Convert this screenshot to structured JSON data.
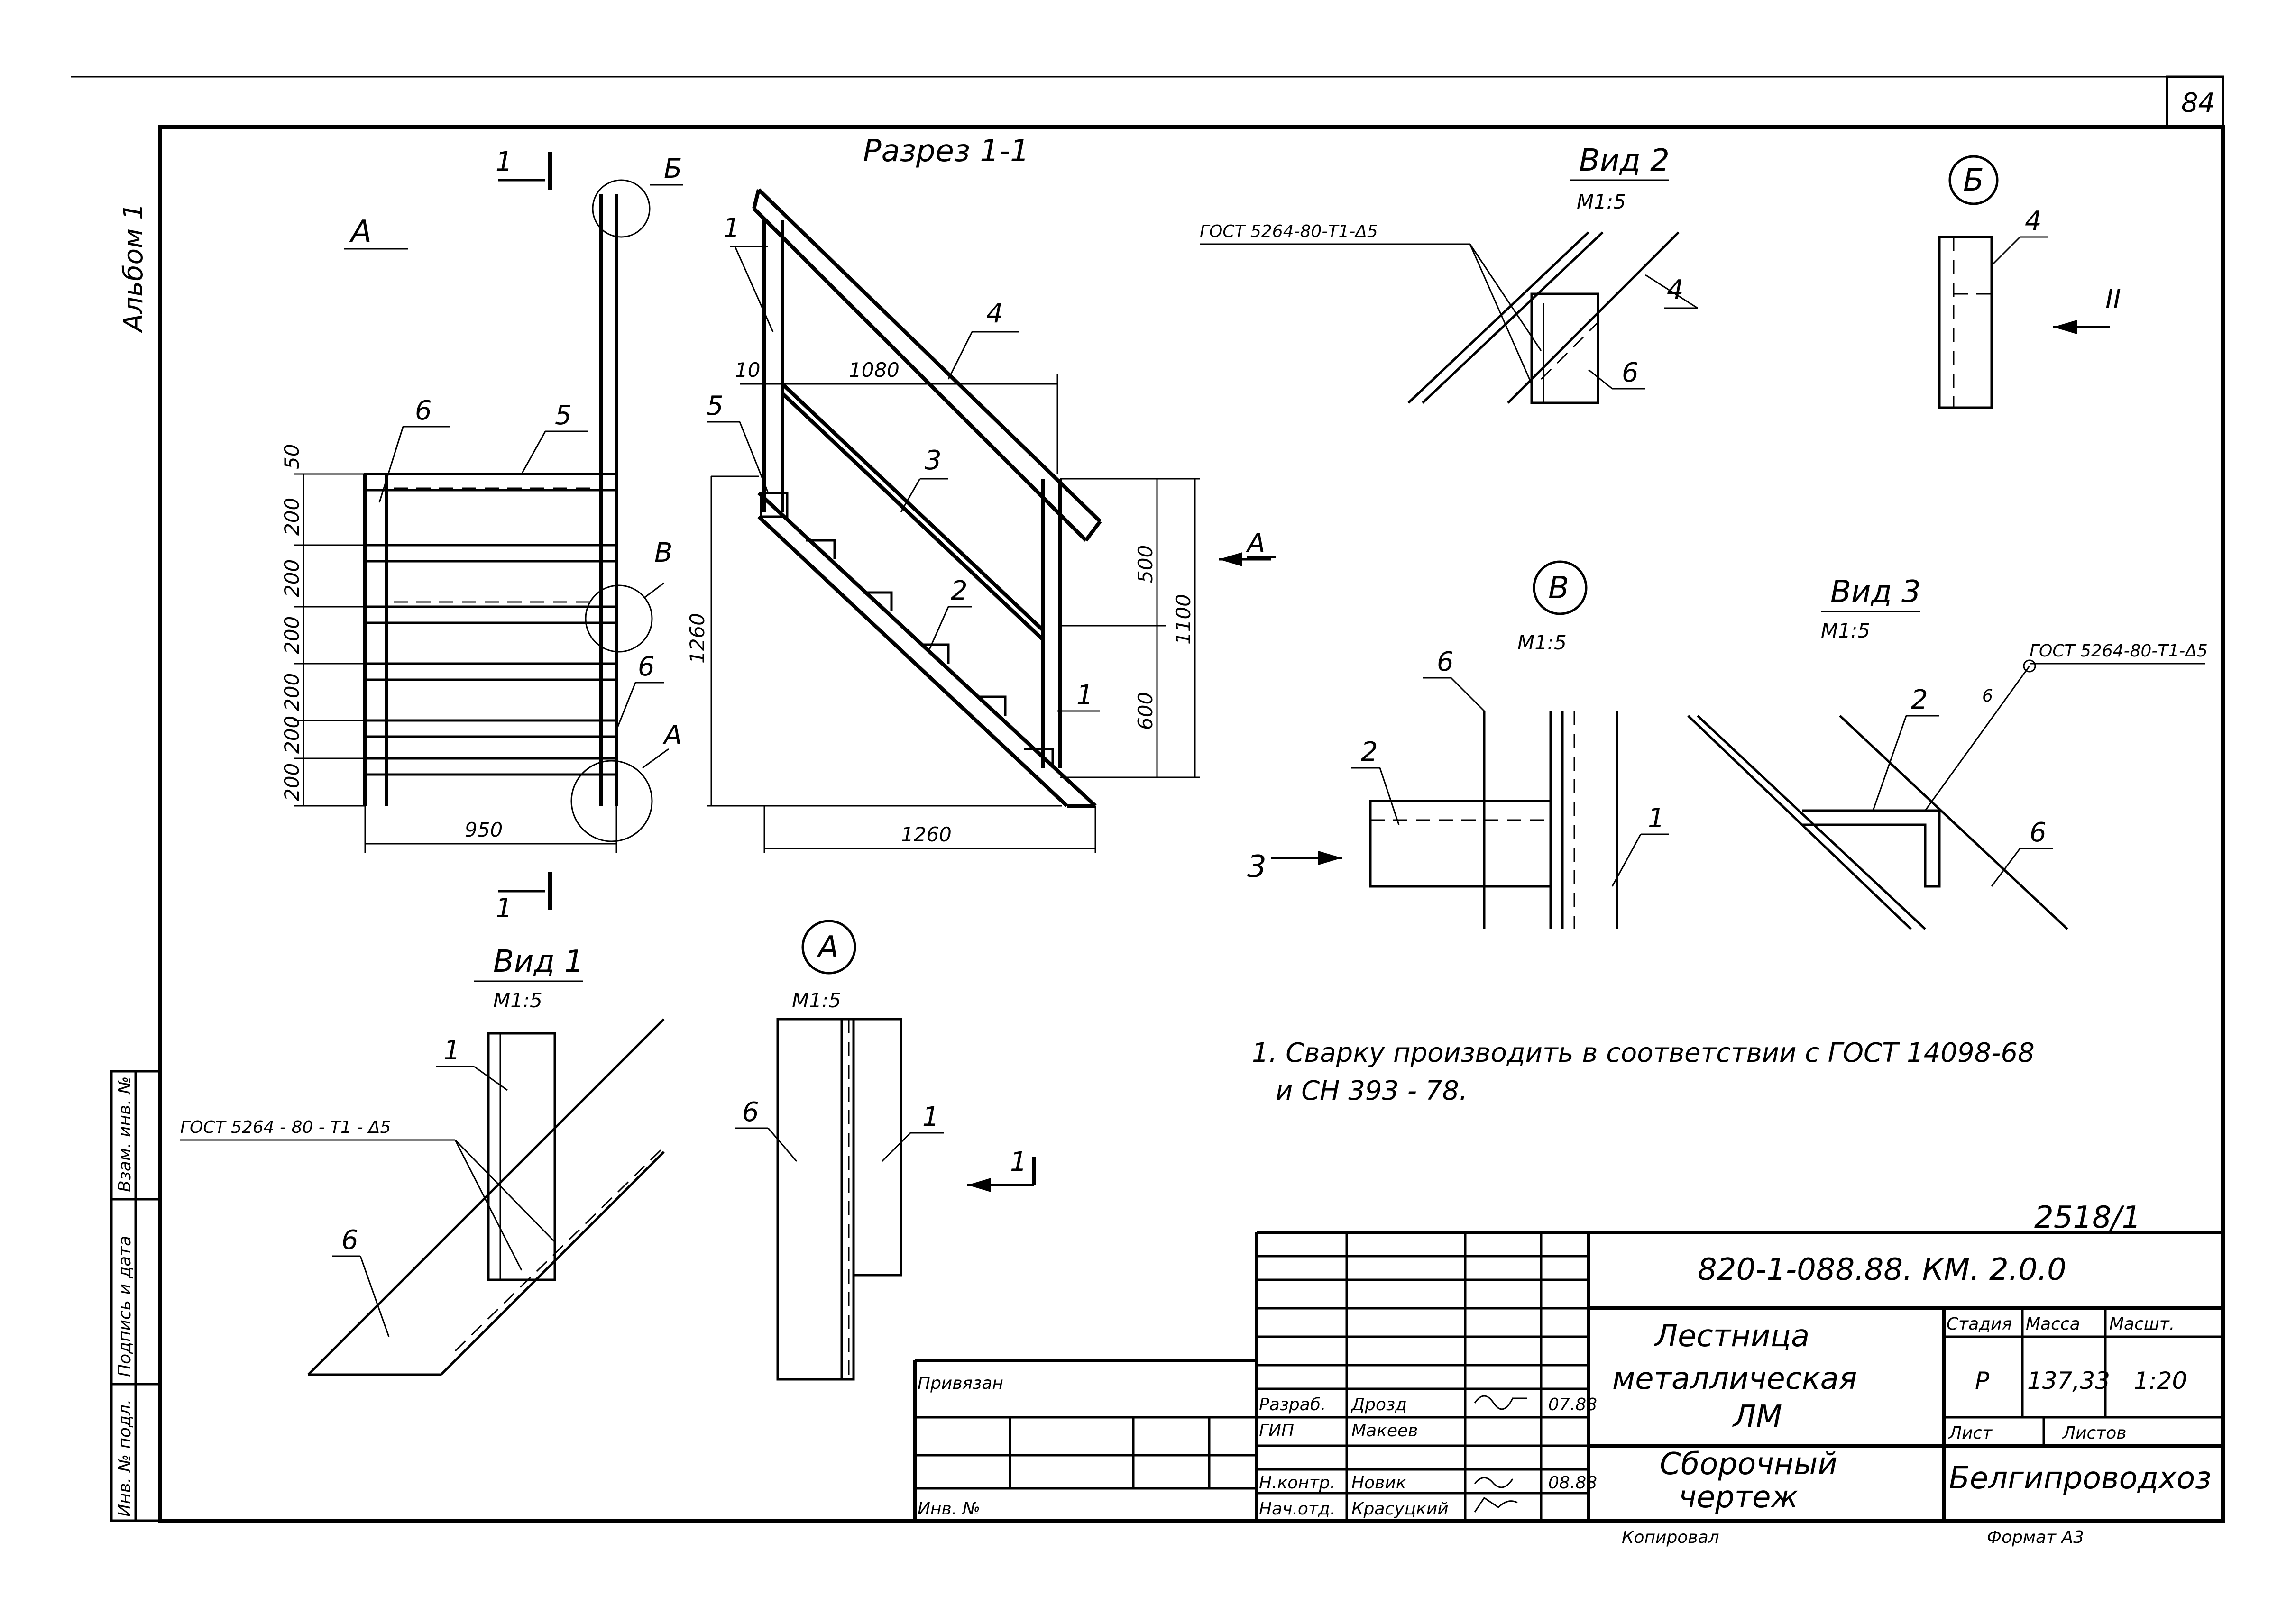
{
  "sheet_number": "84",
  "album_label": "Альбом 1",
  "section_title": "Разрез 1-1",
  "view_A_label": "А",
  "cut_marks": {
    "top": "1",
    "bottom": "1",
    "right_arrow": "1"
  },
  "callouts": {
    "b": "Б",
    "v": "В",
    "a": "А"
  },
  "position_numbers": {
    "p1": "1",
    "p2": "2",
    "p3": "3",
    "p4": "4",
    "p5": "5",
    "p6": "6"
  },
  "dimensions": {
    "d50": "50",
    "d200": "200",
    "d950": "950",
    "d10": "10",
    "d1080": "1080",
    "d1260v": "1260",
    "d1260h": "1260",
    "d500": "500",
    "d600": "600",
    "d1100": "1100"
  },
  "views": {
    "vid1": {
      "title": "Вид 1",
      "scale": "М1:5"
    },
    "vid2": {
      "title": "Вид 2",
      "scale": "М1:5"
    },
    "vid3": {
      "title": "Вид 3",
      "scale": "М1:5"
    },
    "node_a": {
      "label": "А",
      "scale": "М1:5"
    },
    "node_b": {
      "label": "Б"
    },
    "node_v": {
      "label": "В",
      "scale": "М1:5"
    }
  },
  "weld_spec": "ГОСТ 5264-80-Т1-Δ5",
  "weld_spec_vid1": "ГОСТ 5264 - 80 - Т1 - Δ5",
  "weld_spec_vid3": "ГОСТ 5264-80-Т1-Δ5",
  "arrow_II": "II",
  "arrow_3": "3",
  "arrow_A": "А",
  "notes": [
    "1. Сварку производить в соответствии с ГОСТ 14098-68",
    "и СН 393 - 78."
  ],
  "doc_ref": "2518/1",
  "title_block": {
    "designation": "820-1-088.88. КМ. 2.0.0",
    "product_lines": [
      "Лестница",
      "металлическая",
      "ЛМ"
    ],
    "drawing_type_lines": [
      "Сборочный",
      "чертеж"
    ],
    "stage_header": "Стадия",
    "mass_header": "Масса",
    "scale_header": "Масшт.",
    "stage": "Р",
    "mass": "137,33",
    "scale": "1:20",
    "sheet_header": "Лист",
    "sheets_header": "Листов",
    "organization": "Белгипроводхоз",
    "privyazan": "Привязан",
    "inv_no": "Инв. №",
    "roles": [
      {
        "role": "Разраб.",
        "name": "Дрозд",
        "date": "07.88"
      },
      {
        "role": "ГИП",
        "name": "Макеев",
        "date": ""
      },
      {
        "role": "Н.контр.",
        "name": "Новик",
        "date": "08.88"
      },
      {
        "role": "Нач.отд.",
        "name": "Красуцкий",
        "date": ""
      }
    ],
    "copied": "Копировал",
    "format": "Формат А3"
  },
  "side_stamp": {
    "inv_podl": "Инв. № подл.",
    "podpis": "Подпись и дата",
    "vzam": "Взам. инв. №"
  }
}
